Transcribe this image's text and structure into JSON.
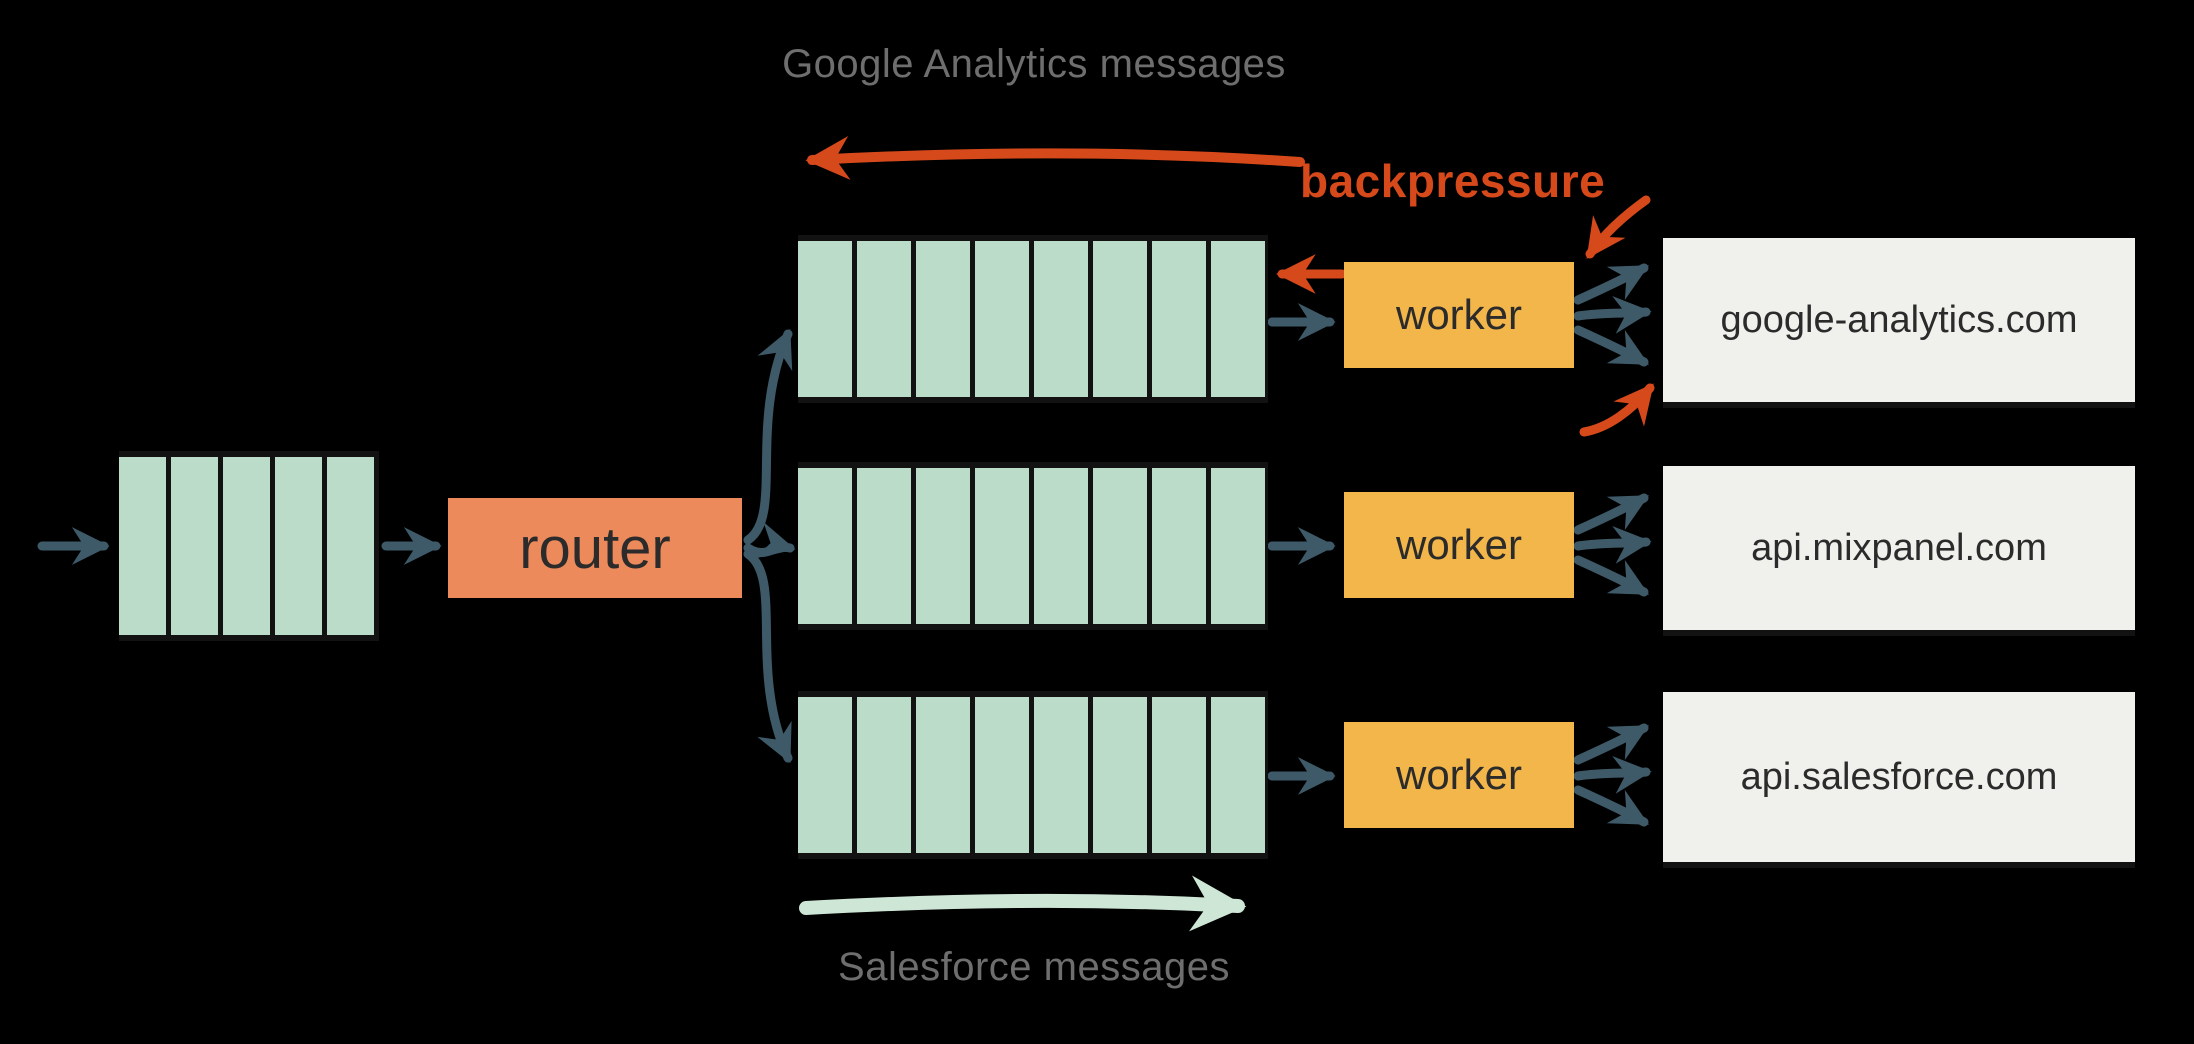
{
  "labels": {
    "google_analytics_messages": "Google Analytics messages",
    "salesforce_messages": "Salesforce messages",
    "backpressure": "backpressure"
  },
  "router": {
    "label": "router"
  },
  "workers": [
    {
      "label": "worker"
    },
    {
      "label": "worker"
    },
    {
      "label": "worker"
    }
  ],
  "destinations": [
    {
      "label": "google-analytics.com"
    },
    {
      "label": "api.mixpanel.com"
    },
    {
      "label": "api.salesforce.com"
    }
  ],
  "colors": {
    "background": "#000000",
    "queue_fill": "#badcc8",
    "router_fill": "#ec8a5c",
    "worker_fill": "#f2b64a",
    "destination_fill": "#f0f0ed",
    "arrow_dark": "#3e5a68",
    "backpressure_red": "#d6491b",
    "salesforce_arrow_mint": "#cde6d6",
    "label_gray": "#6e6e6e",
    "line_dark": "#121212"
  }
}
